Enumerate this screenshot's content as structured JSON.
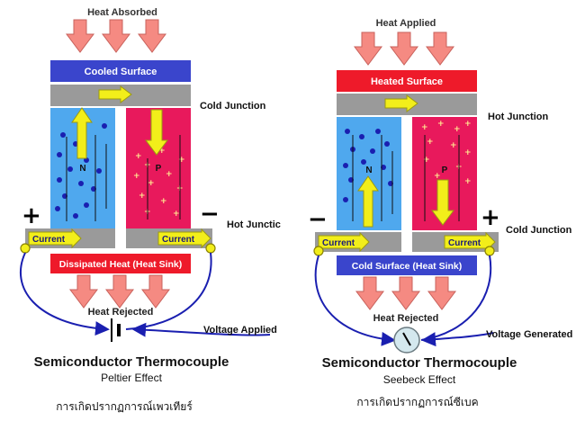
{
  "colors": {
    "cooled_surface": "#3a45cc",
    "heated_surface": "#ee1a2a",
    "n_element": "#4fa8ee",
    "p_element": "#e8195c",
    "arrow_heat": "#f58a82",
    "junction": "#9a9a9a",
    "current_arrow": "#f2ee1a",
    "wire": "#1a1fb0"
  },
  "peltier": {
    "heat_absorbed": "Heat Absorbed",
    "cooled_surface": "Cooled Surface",
    "cold_junction": "Cold Junction",
    "n_label": "N",
    "p_label": "P",
    "plus_sign": "+",
    "minus_sign": "−",
    "hot_junction": "Hot Junctic",
    "current_left": "Current",
    "current_right": "Current",
    "dissipated_heat": "Dissipated Heat (Heat Sink)",
    "heat_rejected": "Heat Rejected",
    "voltage_applied": "Voltage Applied",
    "title": "Semiconductor Thermocouple",
    "subtitle": "Peltier Effect",
    "thai_caption": "การเกิดปรากฏการณ์เพวเทียร์"
  },
  "seebeck": {
    "heat_applied": "Heat Applied",
    "heated_surface": "Heated Surface",
    "hot_junction": "Hot Junction",
    "n_label": "N",
    "p_label": "P",
    "minus_sign": "−",
    "plus_sign": "+",
    "cold_junction": "Cold Junction",
    "current_left": "Current",
    "current_right": "Current",
    "cold_surface": "Cold Surface (Heat Sink)",
    "heat_rejected": "Heat Rejected",
    "voltage_generated": "Voltage Generated",
    "title": "Semiconductor Thermocouple",
    "subtitle": "Seebeck Effect",
    "thai_caption": "การเกิดปรากฏการณ์ซีเบค"
  }
}
